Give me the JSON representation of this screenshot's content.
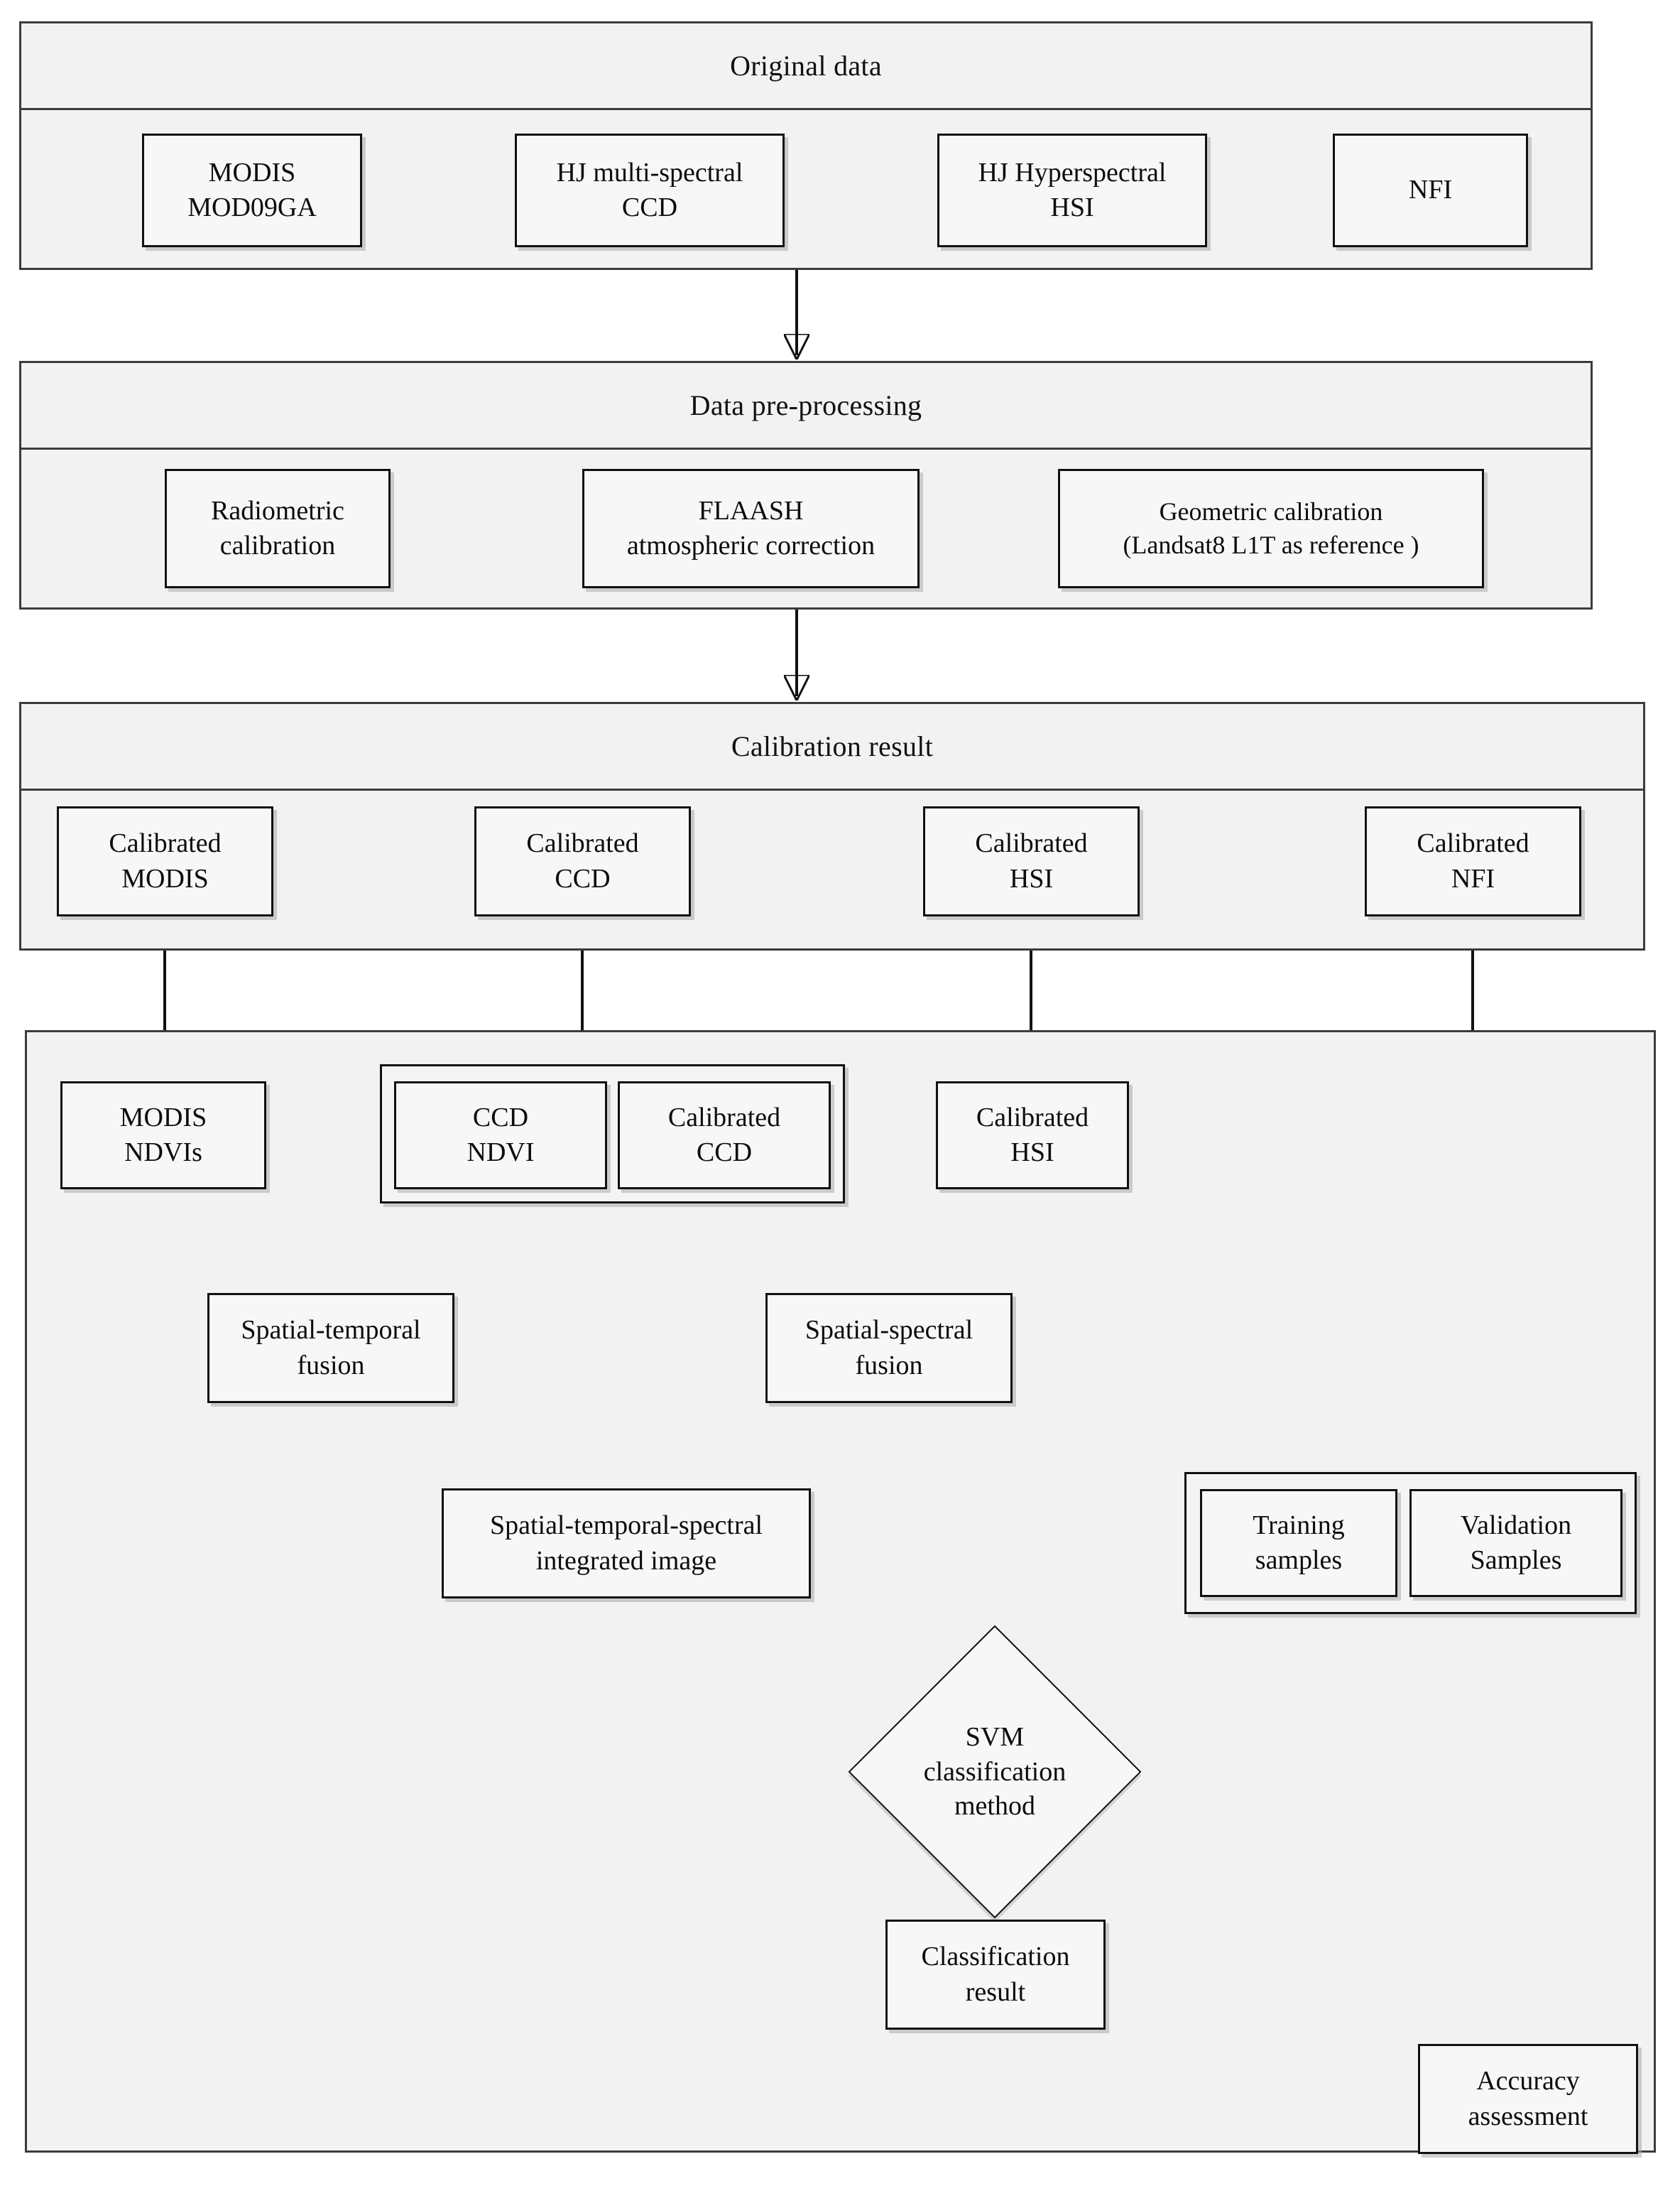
{
  "diagram": {
    "type": "flowchart",
    "title": "Remote sensing data fusion and classification workflow",
    "stages": [
      {
        "key": "original_data",
        "header": "Original data",
        "nodes": [
          {
            "id": "modis",
            "lines": [
              "MODIS",
              "MOD09GA"
            ]
          },
          {
            "id": "hj_ccd",
            "lines": [
              "HJ multi-spectral",
              "CCD"
            ]
          },
          {
            "id": "hj_hsi",
            "lines": [
              "HJ Hyperspectral",
              "HSI"
            ]
          },
          {
            "id": "nfi",
            "lines": [
              "NFI"
            ]
          }
        ]
      },
      {
        "key": "pre_processing",
        "header": "Data pre-processing",
        "nodes": [
          {
            "id": "radiometric",
            "lines": [
              "Radiometric",
              "calibration"
            ]
          },
          {
            "id": "flaash",
            "lines": [
              "FLAASH",
              "atmospheric correction"
            ]
          },
          {
            "id": "geometric",
            "lines": [
              "Geometric  calibration",
              "(Landsat8 L1T as reference )"
            ]
          }
        ]
      },
      {
        "key": "calibration_result",
        "header": "Calibration result",
        "nodes": [
          {
            "id": "cal_modis",
            "lines": [
              "Calibrated",
              "MODIS"
            ]
          },
          {
            "id": "cal_ccd",
            "lines": [
              "Calibrated",
              "CCD"
            ]
          },
          {
            "id": "cal_hsi",
            "lines": [
              "Calibrated",
              "HSI"
            ]
          },
          {
            "id": "cal_nfi",
            "lines": [
              "Calibrated",
              "NFI"
            ]
          }
        ]
      },
      {
        "key": "fusion_classification",
        "header": "",
        "nodes": [
          {
            "id": "modis_ndvis",
            "lines": [
              "MODIS",
              "NDVIs"
            ]
          },
          {
            "id": "ccd_ndvi",
            "lines": [
              "CCD",
              "NDVI"
            ]
          },
          {
            "id": "cal_ccd_2",
            "lines": [
              "Calibrated",
              "CCD"
            ]
          },
          {
            "id": "cal_hsi_2",
            "lines": [
              "Calibrated",
              "HSI"
            ]
          },
          {
            "id": "st_fusion",
            "lines": [
              "Spatial-temporal",
              "fusion"
            ]
          },
          {
            "id": "ss_fusion",
            "lines": [
              "Spatial-spectral",
              "fusion"
            ]
          },
          {
            "id": "integrated",
            "lines": [
              "Spatial-temporal-spectral",
              "integrated image"
            ]
          },
          {
            "id": "training",
            "lines": [
              "Training",
              "samples"
            ]
          },
          {
            "id": "validation",
            "lines": [
              "Validation",
              "Samples"
            ]
          },
          {
            "id": "svm",
            "lines": [
              "SVM",
              "classification",
              "method"
            ],
            "shape": "diamond"
          },
          {
            "id": "class_result",
            "lines": [
              "Classification",
              "result"
            ]
          },
          {
            "id": "accuracy",
            "lines": [
              "Accuracy",
              "assessment"
            ]
          }
        ]
      }
    ],
    "colors": {
      "panel_fill": "#f2f2f2",
      "panel_border": "#3c3c3c",
      "node_fill": "#f7f7f7",
      "node_border": "#111111",
      "connector": "#111111",
      "text": "#0d0d0d",
      "page_background": "#ffffff"
    }
  }
}
